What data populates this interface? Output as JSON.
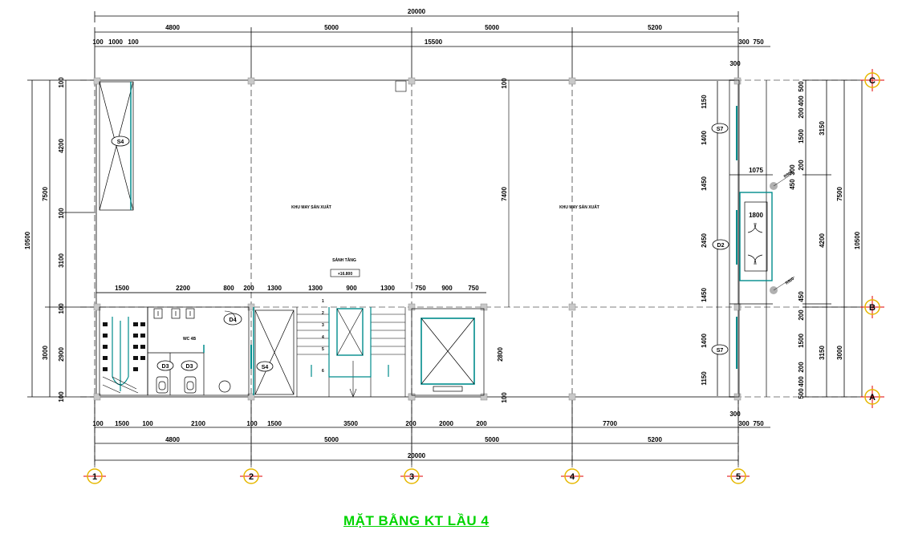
{
  "drawing_title": "MẶT BẰNG KT LẦU 4",
  "colors": {
    "title": "#00d400",
    "wall": "#9a9a9a",
    "stair": "#008c8c",
    "line": "#000000",
    "axis_marker": "#e6b800",
    "axis_cross": "#e00000"
  },
  "axes": {
    "vertical": [
      "1",
      "2",
      "3",
      "4",
      "5"
    ],
    "horizontal": [
      "C",
      "B",
      "A"
    ]
  },
  "dims": {
    "top_total": "20000",
    "top_spans": [
      "4800",
      "5000",
      "5000",
      "5200"
    ],
    "top_sub_left": [
      "100",
      "1000",
      "100"
    ],
    "top_sub_mid": "15500",
    "top_sub_right": [
      "300",
      "750"
    ],
    "bottom_total": "20000",
    "bottom_spans": [
      "4800",
      "5000",
      "5000",
      "5200"
    ],
    "bottom_sub": [
      "100",
      "1500",
      "100",
      "2100",
      "100",
      "1500",
      "3500",
      "200",
      "2000",
      "200",
      "7700",
      "300",
      "750"
    ],
    "left_total": "10500",
    "left_spans": [
      "7500",
      "3000"
    ],
    "left_sub": [
      "100",
      "4200",
      "100",
      "3100",
      "100",
      "2900",
      "100"
    ],
    "right_outer": [
      "7500",
      "3000"
    ],
    "right_total": "10500",
    "right_mid": [
      "3150",
      "4200",
      "3150"
    ],
    "right_sub": [
      "500",
      "400",
      "200",
      "1500",
      "200",
      "450",
      "200",
      "1500",
      "200",
      "400",
      "500"
    ],
    "right_inner": [
      "1150",
      "1400",
      "1450",
      "2450",
      "1450",
      "1400",
      "1150"
    ],
    "stair_row": [
      "1500",
      "2200",
      "800",
      "200",
      "1300",
      "1300",
      "900",
      "1300",
      "750",
      "900",
      "750"
    ],
    "center_7400": "7400",
    "lift_2800": "2800",
    "balcony_1075": "1075",
    "r800a": "R800",
    "r800b": "R800",
    "dim_1800": "1800",
    "r_450": "450",
    "r_300": "300"
  },
  "labels": {
    "zone_left": "KHU MAY SẢN XUẤT",
    "zone_right": "KHU MAY SẢN XUẤT",
    "lobby": "SẢNH TẦNG",
    "lobby_level": "+16.800",
    "wc": "WC 4B"
  },
  "tags": {
    "s4_top": "S4",
    "s4_stair": "S4",
    "s7_top": "S7",
    "s7_bot": "S7",
    "d2_right": "D2",
    "d3_wc": "D3",
    "d3_wc2": "D3",
    "d4_wc": "D4"
  },
  "stair_steps": [
    "1",
    "2",
    "3",
    "4",
    "5",
    "6"
  ]
}
